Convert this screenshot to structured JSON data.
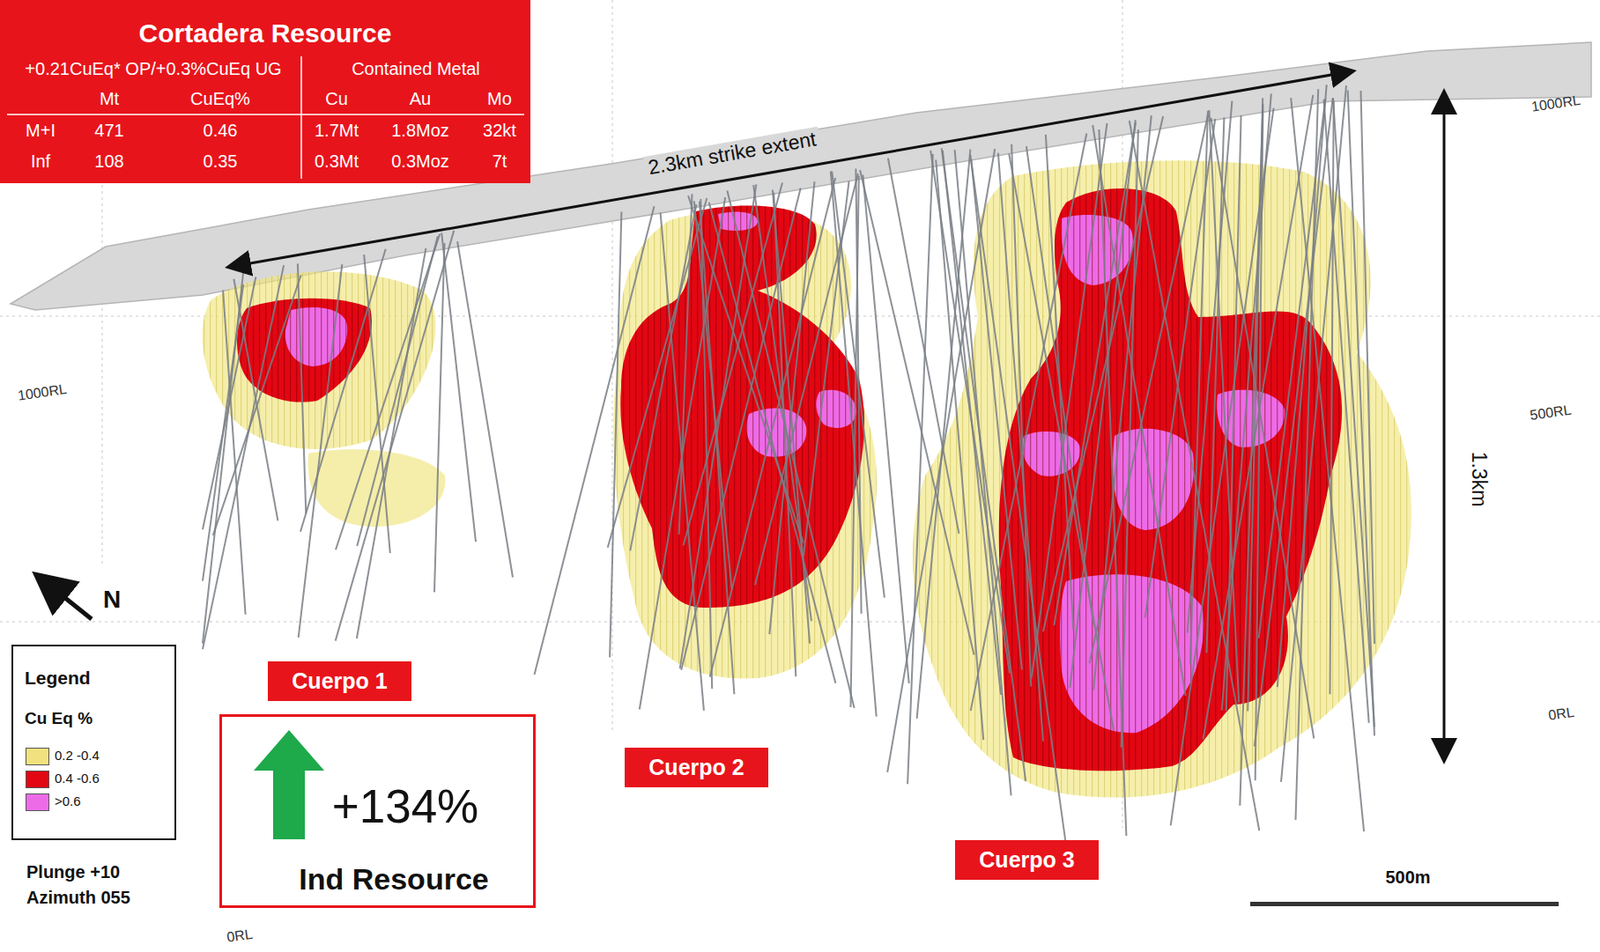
{
  "diagram": {
    "title": "Cortadera Resource",
    "nodes": [
      {
        "text": [
          "Cuerpo 1"
        ]
      },
      {
        "text": [
          "Cuerpo 2"
        ]
      },
      {
        "text": [
          "Cuerpo 3"
        ]
      },
      {
        "text": [
          "+134%",
          "Ind Resource"
        ]
      }
    ],
    "labels": [
      "+0.21CuEq* OP/+0.3%CuEq UG",
      "Contained Metal",
      "Mt",
      "CuEq%",
      "Cu",
      "Au",
      "Mo",
      "M+I",
      "471",
      "0.46",
      "1.7Mt",
      "1.8Moz",
      "32kt",
      "Inf",
      "108",
      "0.35",
      "0.3Mt",
      "0.3Moz",
      "7t",
      "2.3km strike extent",
      "1000RL",
      "1000RL",
      "500RL",
      "1.3km",
      "0RL",
      "0RL",
      "N",
      "Legend",
      "Cu Eq %",
      "Plunge +10",
      "Azimuth 055",
      "500m"
    ],
    "legend": [
      {
        "text": "0.2 -0.4",
        "color": "#f2e27d"
      },
      {
        "text": "0.4 -0.6",
        "color": "#e30613"
      },
      {
        "text": ">0.6",
        "color": "#ee6be8"
      }
    ]
  }
}
